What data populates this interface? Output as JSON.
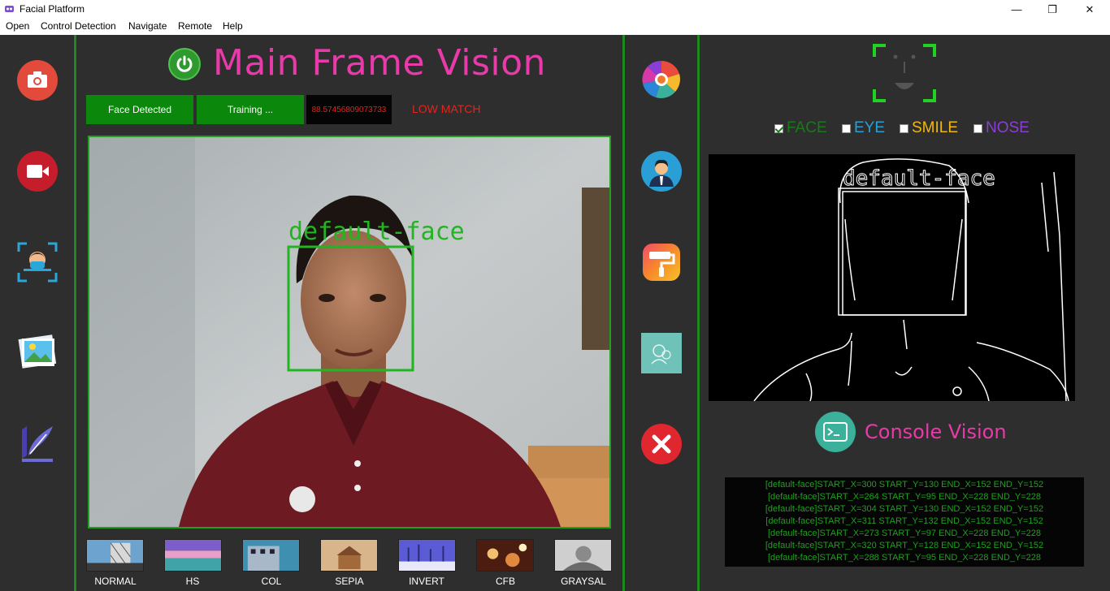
{
  "window": {
    "title": "Facial Platform",
    "minimize": "—",
    "maximize": "❐",
    "close": "✕"
  },
  "menu": [
    "Open",
    "Control Detection",
    "Navigate",
    "Remote",
    "Help"
  ],
  "left_toolbar": [
    "camera-icon",
    "video-icon",
    "face-scan-icon",
    "gallery-icon",
    "quill-icon"
  ],
  "main": {
    "title": "Main Frame Vision",
    "status": {
      "face_detected": "Face Detected",
      "training": "Training ...",
      "score": "88.57456809073733",
      "match": "LOW MATCH"
    },
    "video": {
      "label": "default-face"
    },
    "filters": [
      "NORMAL",
      "HS",
      "COL",
      "SEPIA",
      "INVERT",
      "CFB",
      "GRAYSAL"
    ]
  },
  "mid_toolbar": [
    "color-wheel-icon",
    "person-icon",
    "paint-roller-icon",
    "texture-icon",
    "close-icon"
  ],
  "right": {
    "checks": [
      {
        "label": "FACE",
        "checked": true,
        "color": "#1a7a1a"
      },
      {
        "label": "EYE",
        "checked": false,
        "color": "#2a9fd6"
      },
      {
        "label": "SMILE",
        "checked": false,
        "color": "#f0b80c"
      },
      {
        "label": "NOSE",
        "checked": false,
        "color": "#8b3ed6"
      }
    ],
    "edge_label": "default-face",
    "console_title": "Console Vision",
    "console_lines": [
      "[default-face]START_X=300 START_Y=130 END_X=152 END_Y=152",
      "[default-face]START_X=264 START_Y=95 END_X=228 END_Y=228",
      "[default-face]START_X=304 START_Y=130 END_X=152 END_Y=152",
      "[default-face]START_X=311 START_Y=132 END_X=152 END_Y=152",
      "[default-face]START_X=273 START_Y=97 END_X=228 END_Y=228",
      "[default-face]START_X=320 START_Y=128 END_X=152 END_Y=152",
      "[default-face]START_X=288 START_Y=95 END_X=228 END_Y=228"
    ]
  },
  "colors": {
    "accent_pink": "#e83aa8",
    "green": "#0b870b",
    "border_green": "#1e8a1e",
    "panel": "#2e2e2e"
  }
}
